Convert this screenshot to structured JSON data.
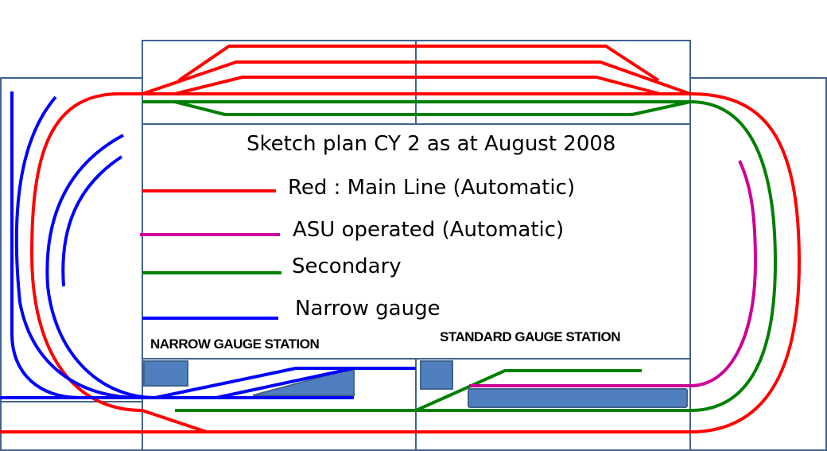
{
  "title": "Sketch plan CY 2 as at August 2008",
  "legend": [
    {
      "label": "Red : Main Line (Automatic)",
      "color": "#ff0000"
    },
    {
      "label": "ASU operated  (Automatic)",
      "color": "#cc0099"
    },
    {
      "label": "Secondary",
      "color": "#008000"
    },
    {
      "label": "Narrow gauge",
      "color": "#0000ff"
    }
  ],
  "stations": {
    "narrow": "NARROW GAUGE STATION",
    "standard": "STANDARD GAUGE STATION"
  },
  "colors": {
    "board": "#41628f",
    "platform": "#4f7fbe"
  }
}
